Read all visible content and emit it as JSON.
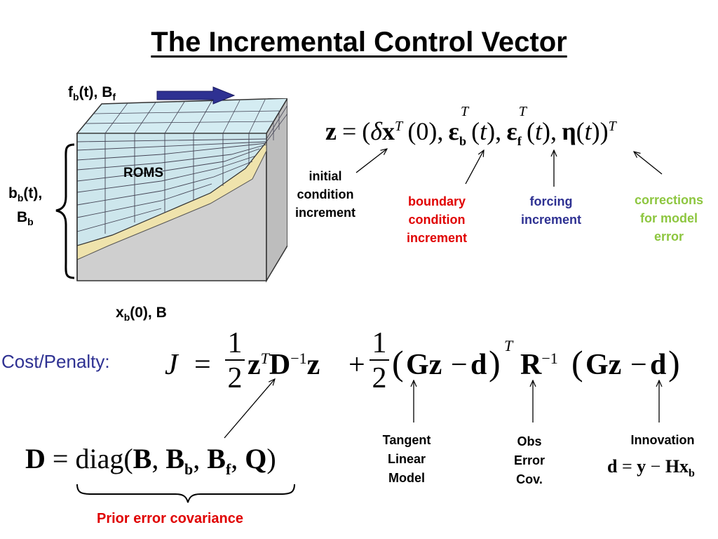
{
  "title": "The Incremental Control Vector",
  "model_label": "ROMS",
  "forcing_label": {
    "main": "f",
    "sub": "b",
    "rest": "(t), B",
    "sub2": "f"
  },
  "boundary_label": {
    "line1_main": "b",
    "line1_sub": "b",
    "line1_rest": "(t),",
    "line2_main": "B",
    "line2_sub": "b"
  },
  "initial_label": {
    "main": "x",
    "sub": "b",
    "rest": "(0), B"
  },
  "control_vector_eq": "z = (δx^T(0), ε_b^T(t), ε_f^T(t), η(t))^T",
  "annotations": {
    "initial": [
      "initial",
      "condition",
      "increment"
    ],
    "boundary": [
      "boundary",
      "condition",
      "increment"
    ],
    "forcing": [
      "forcing",
      "increment"
    ],
    "corrections": [
      "corrections",
      "for model",
      "error"
    ]
  },
  "cost_label": "Cost/Penalty:",
  "cost_eq": "J = ½ z^T D^-1 z + ½ (Gz − d)^T R^-1 (Gz − d)",
  "tangent": [
    "Tangent",
    "Linear",
    "Model"
  ],
  "obs": [
    "Obs",
    "Error",
    "Cov."
  ],
  "innovation": {
    "label": "Innovation",
    "eq": "d = y − Hx_b"
  },
  "d_eq": "D = diag(B, B_b, B_f, Q)",
  "prior_label": "Prior error covariance",
  "colors": {
    "boundary": "#e00000",
    "forcing": "#2e3192",
    "corrections": "#8dc63f",
    "cost": "#2e3192",
    "prior": "#e00000",
    "arrow_fill": "#2e3192",
    "ocean": "#cde6ec",
    "sediment": "#efe3ac",
    "seafloor": "#cfcfcf"
  }
}
